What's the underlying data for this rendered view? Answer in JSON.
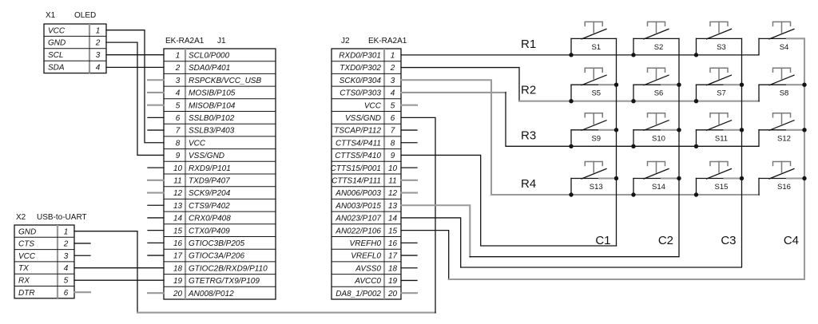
{
  "connectors": {
    "x1": {
      "id": "X1",
      "name": "OLED",
      "pins": [
        {
          "n": "1",
          "label": "VCC"
        },
        {
          "n": "2",
          "label": "GND"
        },
        {
          "n": "3",
          "label": "SCL"
        },
        {
          "n": "4",
          "label": "SDA"
        }
      ]
    },
    "x2": {
      "id": "X2",
      "name": "USB-to-UART",
      "pins": [
        {
          "n": "1",
          "label": "GND"
        },
        {
          "n": "2",
          "label": "CTS"
        },
        {
          "n": "3",
          "label": "VCC"
        },
        {
          "n": "4",
          "label": "TX"
        },
        {
          "n": "5",
          "label": "RX"
        },
        {
          "n": "6",
          "label": "DTR"
        }
      ]
    },
    "j1": {
      "id": "J1",
      "board": "EK-RA2A1",
      "pins": [
        {
          "n": "1",
          "label": "SCL0/P000"
        },
        {
          "n": "2",
          "label": "SDA0/P401"
        },
        {
          "n": "3",
          "label": "RSPCKB/VCC_USB"
        },
        {
          "n": "4",
          "label": "MOSIB/P105"
        },
        {
          "n": "5",
          "label": "MISOB/P104"
        },
        {
          "n": "6",
          "label": "SSLB0/P102"
        },
        {
          "n": "7",
          "label": "SSLB3/P403"
        },
        {
          "n": "8",
          "label": "VCC"
        },
        {
          "n": "9",
          "label": "VSS/GND"
        },
        {
          "n": "10",
          "label": "RXD9/P101"
        },
        {
          "n": "11",
          "label": "TXD9/P407"
        },
        {
          "n": "12",
          "label": "SCK9/P204"
        },
        {
          "n": "13",
          "label": "CTS9/P402"
        },
        {
          "n": "14",
          "label": "CRX0/P408"
        },
        {
          "n": "15",
          "label": "CTX0/P409"
        },
        {
          "n": "16",
          "label": "GTIOC3B/P205"
        },
        {
          "n": "17",
          "label": "GTIOC3A/P206"
        },
        {
          "n": "18",
          "label": "GTIOC2B/RXD9/P110"
        },
        {
          "n": "19",
          "label": "GTETRG/TX9/P109"
        },
        {
          "n": "20",
          "label": "AN008/P012"
        }
      ]
    },
    "j2": {
      "id": "J2",
      "board": "EK-RA2A1",
      "pins": [
        {
          "n": "1",
          "label": "RXD0/P301"
        },
        {
          "n": "2",
          "label": "TXD0/P302"
        },
        {
          "n": "3",
          "label": "SCK0/P304"
        },
        {
          "n": "4",
          "label": "CTS0/P303"
        },
        {
          "n": "5",
          "label": "VCC"
        },
        {
          "n": "6",
          "label": "VSS/GND"
        },
        {
          "n": "7",
          "label": "TSCAP/P112"
        },
        {
          "n": "8",
          "label": "CTTS4/P411"
        },
        {
          "n": "9",
          "label": "CTTS5/P410"
        },
        {
          "n": "10",
          "label": "CTTS15/P001"
        },
        {
          "n": "11",
          "label": "CTTS14/P111"
        },
        {
          "n": "12",
          "label": "AN006/P003"
        },
        {
          "n": "13",
          "label": "AN003/P015"
        },
        {
          "n": "14",
          "label": "AN023/P107"
        },
        {
          "n": "15",
          "label": "AN022/P106"
        },
        {
          "n": "16",
          "label": "VREFH0"
        },
        {
          "n": "17",
          "label": "VREFL0"
        },
        {
          "n": "18",
          "label": "AVSS0"
        },
        {
          "n": "19",
          "label": "AVCC0"
        },
        {
          "n": "20",
          "label": "DA8_1/P002"
        }
      ]
    }
  },
  "keypad": {
    "rows": [
      "R1",
      "R2",
      "R3",
      "R4"
    ],
    "cols": [
      "C1",
      "C2",
      "C3",
      "C4"
    ],
    "switches": [
      "S1",
      "S2",
      "S3",
      "S4",
      "S5",
      "S6",
      "S7",
      "S8",
      "S9",
      "S10",
      "S11",
      "S12",
      "S13",
      "S14",
      "S15",
      "S16"
    ]
  },
  "colors": {
    "wire": "#141414",
    "highlight": "#9a9a9a",
    "actuator": "#7a7a7a",
    "divider": "#9a9a9a"
  }
}
